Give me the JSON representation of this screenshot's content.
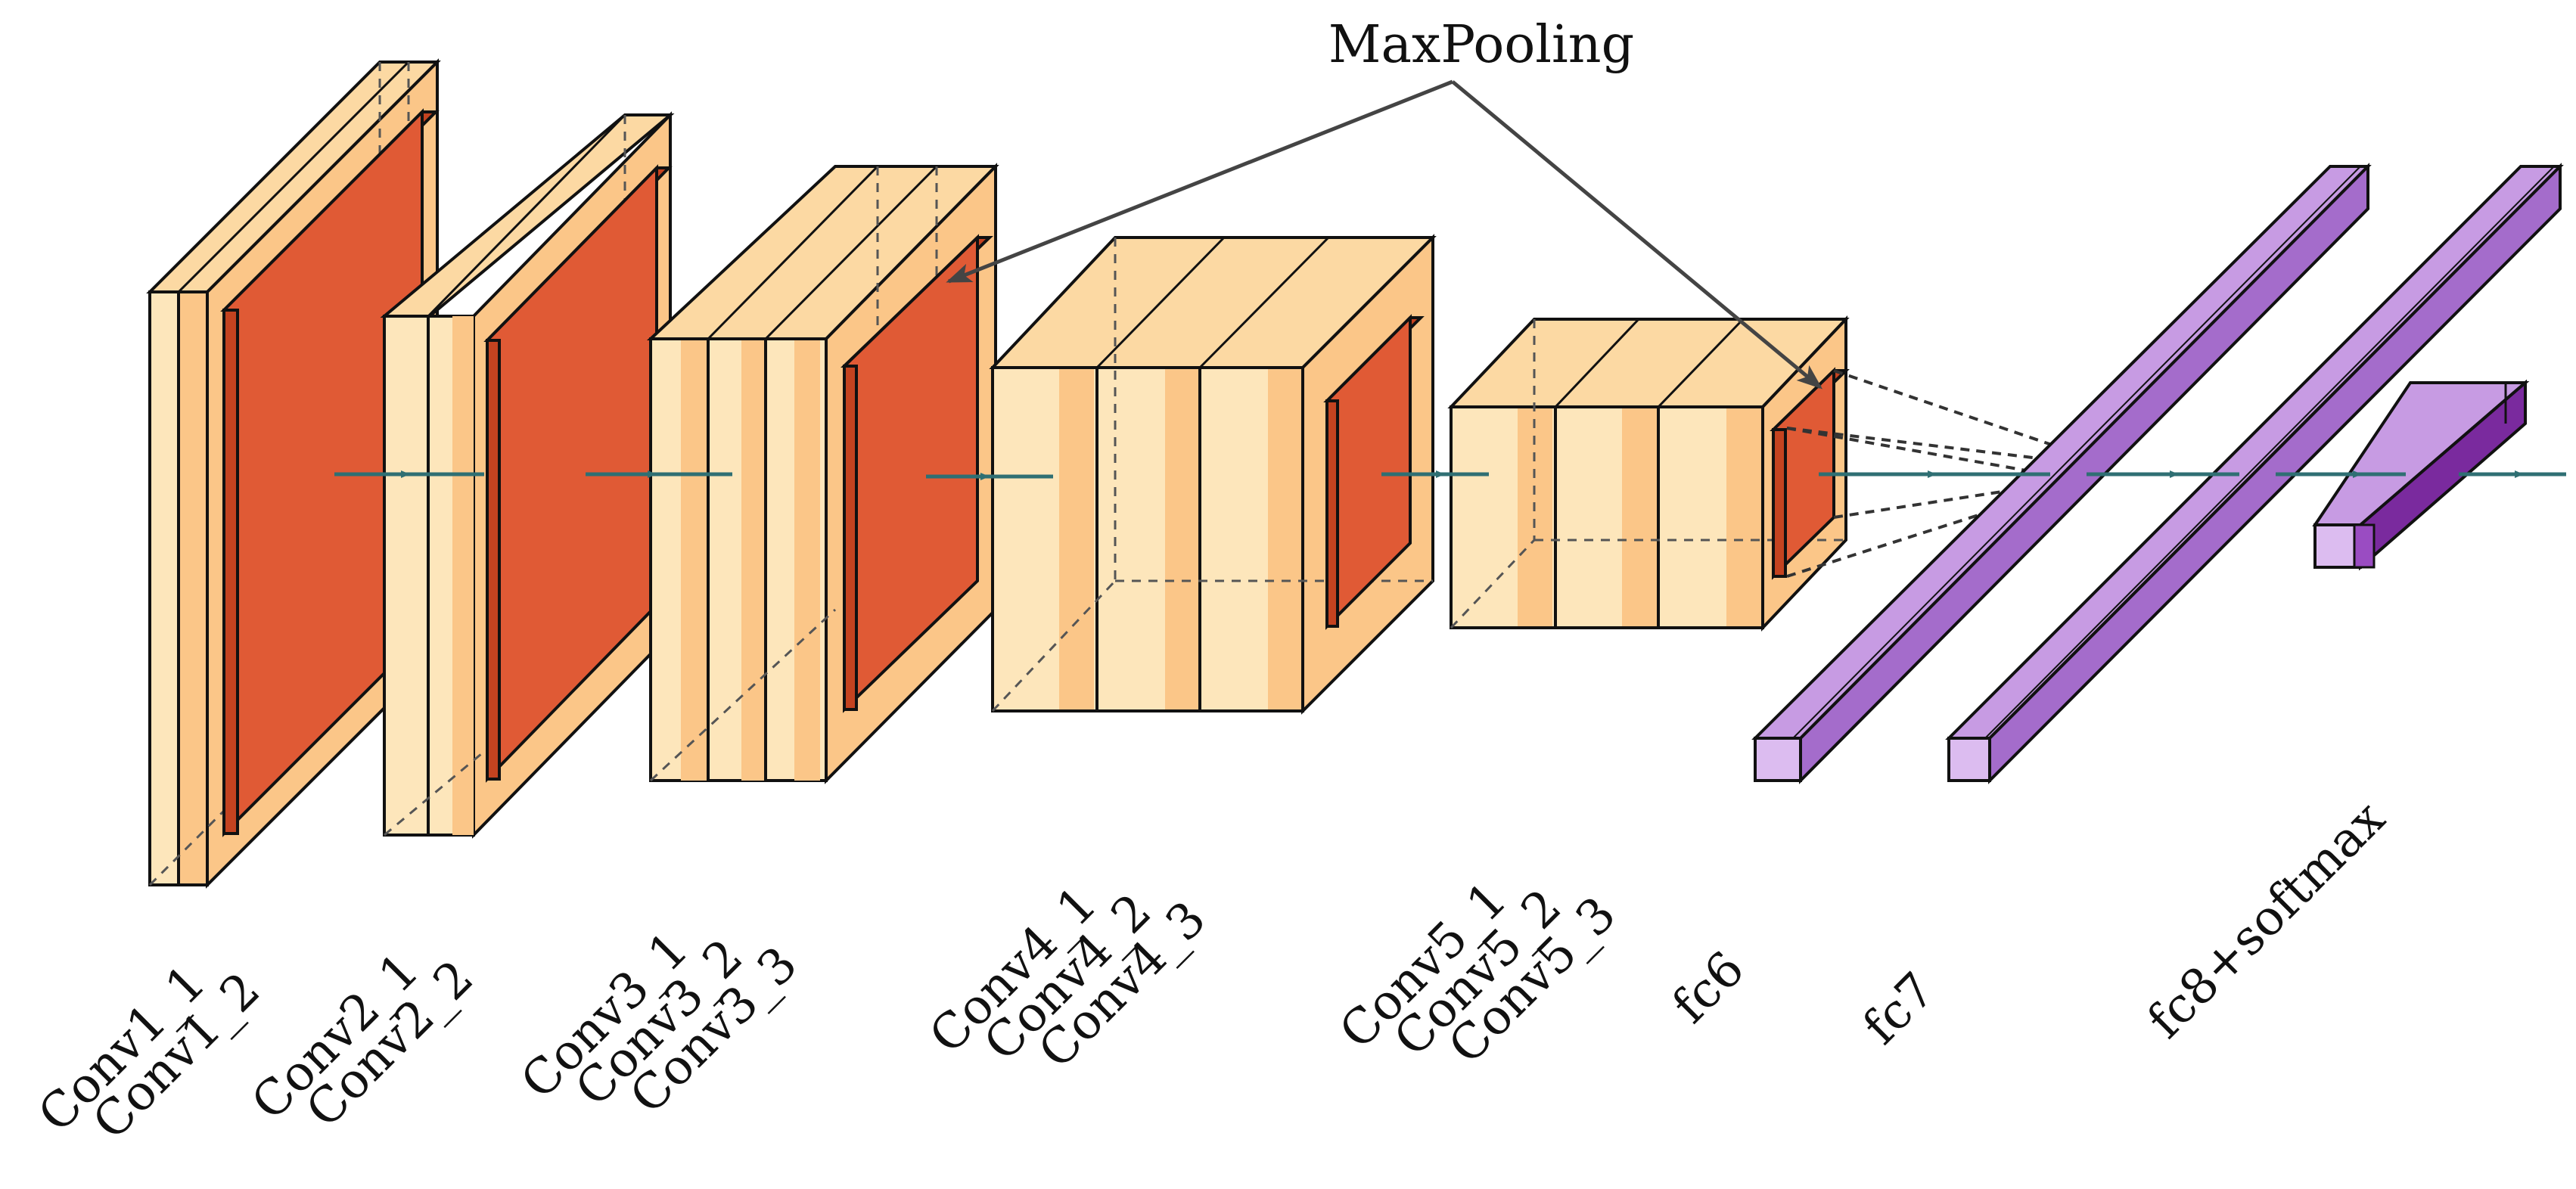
{
  "annotation": {
    "text": "MaxPooling"
  },
  "labels": {
    "conv1": [
      "Conv1_1",
      "Conv1_2"
    ],
    "conv2": [
      "Conv2_1",
      "Conv2_2"
    ],
    "conv3": [
      "Conv3_1",
      "Conv3_2",
      "Conv3_3"
    ],
    "conv4": [
      "Conv4_1",
      "Conv4_2",
      "Conv4_3"
    ],
    "conv5": [
      "Conv5_1",
      "Conv5_2",
      "Conv5_3"
    ],
    "fc6": "fc6",
    "fc7": "fc7",
    "fc8": "fc8+softmax"
  },
  "colors": {
    "conv_light": "#fde6bb",
    "conv_mid": "#fbc688",
    "conv_top": "#fcd9a3",
    "pool_face": "#e05a35",
    "pool_side": "#c44320",
    "fc_face": "#dcbcf0",
    "fc_top": "#c79be3",
    "fc_side": "#a46ccb",
    "fc8_dark": "#7a2a9e",
    "arrow": "#2f6f73",
    "outline": "#111111"
  }
}
